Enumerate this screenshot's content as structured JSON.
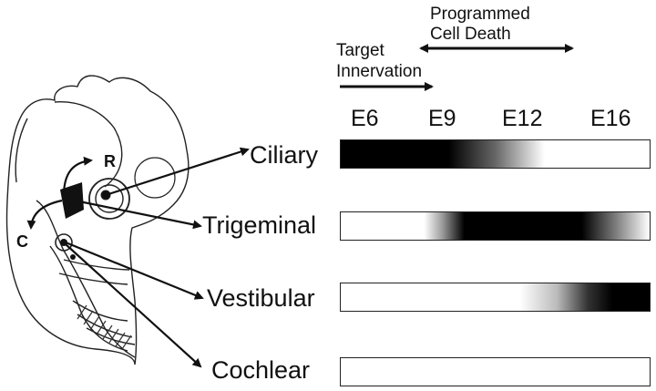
{
  "timeline": {
    "programmed_cell_death": [
      "Programmed",
      "Cell Death"
    ],
    "target_innervation": [
      "Target",
      "Innervation"
    ]
  },
  "stages": [
    "E6",
    "E9",
    "E12",
    "E16"
  ],
  "nerves": [
    {
      "label": "Ciliary",
      "gradient": "linear-gradient(to right, #000 0%, #000 35%, #666 50%, #fff 66%, #fff 100%)"
    },
    {
      "label": "Trigeminal",
      "gradient": "linear-gradient(to right, #fff 0%, #fff 27%, #999 33%, #000 40%, #000 78%, #888 90%, #fff 100%)"
    },
    {
      "label": "Vestibular",
      "gradient": "linear-gradient(to right, #fff 0%, #fff 58%, #bbb 70%, #333 80%, #000 88%, #000 100%)"
    },
    {
      "label": "Cochlear",
      "gradient": "linear-gradient(to right, #fff 0%, #fff 100%)"
    }
  ],
  "embryo_markers": {
    "rostral": "R",
    "caudal": "C"
  }
}
